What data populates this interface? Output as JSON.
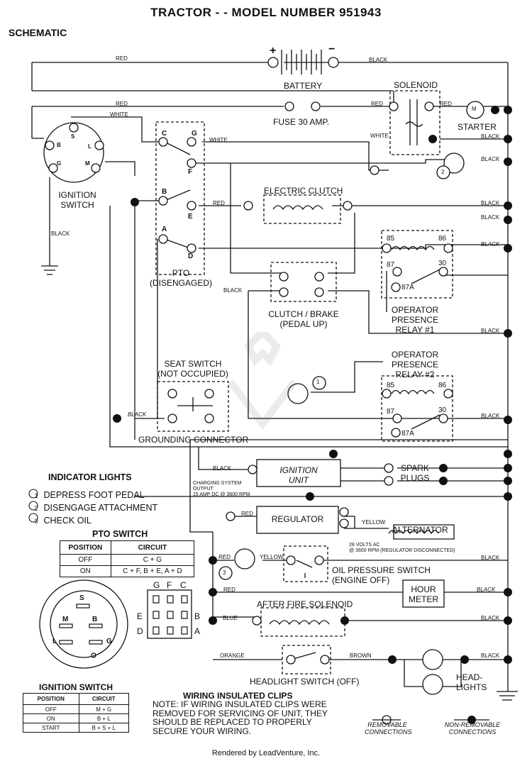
{
  "title": "TRACTOR - - MODEL NUMBER 951943",
  "subtitle": "SCHEMATIC",
  "components": {
    "battery": "BATTERY",
    "battery_pos": "+",
    "battery_neg": "−",
    "solenoid": "SOLENOID",
    "starter": "STARTER",
    "starter_m": "M",
    "fuse": "FUSE 30 AMP.",
    "ignition_switch": [
      "IGNITION",
      "SWITCH"
    ],
    "ignition_terminals": [
      "B",
      "S",
      "L",
      "G",
      "M"
    ],
    "pto": [
      "PTO",
      "(DISENGAGED)"
    ],
    "pto_terminals": [
      "C",
      "G",
      "F",
      "B",
      "E",
      "A",
      "D"
    ],
    "electric_clutch": "ELECTRIC CLUTCH",
    "clutch_brake": [
      "CLUTCH / BRAKE",
      "(PEDAL UP)"
    ],
    "relay1": [
      "OPERATOR",
      "PRESENCE",
      "RELAY #1"
    ],
    "relay2": [
      "OPERATOR",
      "PRESENCE",
      "RELAY #2"
    ],
    "relay_terms": [
      "85",
      "86",
      "87",
      "30",
      "87A"
    ],
    "seat_switch": [
      "SEAT SWITCH",
      "(NOT OCCUPIED)"
    ],
    "grounding_connector": "GROUNDING CONNECTOR",
    "ignition_unit": [
      "IGNITION",
      "UNIT"
    ],
    "spark_plugs": [
      "SPARK",
      "PLUGS"
    ],
    "charging": [
      "CHARGING SYSTEM",
      "OUTPUT",
      "15 AMP DC @ 3600 RPM"
    ],
    "regulator": "REGULATOR",
    "alternator": "ALTERNATOR",
    "alt_note": [
      "28 VOLTS AC",
      "@ 3600 RPM (REGULATOR DISCONNECTED)"
    ],
    "oil_pressure": [
      "OIL PRESSURE SWITCH",
      "(ENGINE OFF)"
    ],
    "hour_meter": [
      "HOUR",
      "METER"
    ],
    "after_fire": "AFTER FIRE SOLENOID",
    "headlight_switch": "HEADLIGHT SWITCH (OFF)",
    "headlights": [
      "HEAD-",
      "LIGHTS"
    ],
    "lamp_numbers": [
      "1",
      "2",
      "3"
    ]
  },
  "wires": {
    "red": "RED",
    "black": "BLACK",
    "white": "WHITE",
    "yellow": "YELLOW",
    "blue": "BLUE",
    "orange": "ORANGE",
    "brown": "BROWN"
  },
  "indicator_lights": {
    "title": "INDICATOR LIGHTS",
    "items": [
      {
        "num": "1",
        "label": "DEPRESS FOOT PEDAL"
      },
      {
        "num": "2",
        "label": "DISENGAGE ATTACHMENT"
      },
      {
        "num": "3",
        "label": "CHECK OIL"
      }
    ]
  },
  "pto_switch_table": {
    "title": "PTO SWITCH",
    "headers": [
      "POSITION",
      "CIRCUIT"
    ],
    "rows": [
      [
        "OFF",
        "C + G"
      ],
      [
        "ON",
        "C + F, B + E, A + D"
      ]
    ]
  },
  "pto_connector_letters": {
    "top": [
      "G",
      "F",
      "C"
    ],
    "left": [
      "E",
      "D"
    ],
    "right": [
      "B",
      "A"
    ]
  },
  "ignition_connector_letters": [
    "S",
    "M",
    "B",
    "L",
    "G"
  ],
  "ignition_switch_table": {
    "title": "IGNITION SWITCH",
    "headers": [
      "POSITION",
      "CIRCUIT"
    ],
    "rows": [
      [
        "OFF",
        "M + G"
      ],
      [
        "ON",
        "B + L"
      ],
      [
        "START",
        "B + S + L"
      ]
    ]
  },
  "clips_note": {
    "title": "WIRING INSULATED CLIPS",
    "lines": [
      "NOTE: IF WIRING INSULATED CLIPS WERE",
      "REMOVED FOR SERVICING OF UNIT, THEY",
      "SHOULD BE REPLACED TO PROPERLY",
      "SECURE YOUR WIRING."
    ]
  },
  "legend": {
    "removable": [
      "REMOVABLE",
      "CONNECTIONS"
    ],
    "non_removable": [
      "NON-REMOVABLE",
      "CONNECTIONS"
    ]
  },
  "footer": "Rendered by LeadVenture, Inc."
}
